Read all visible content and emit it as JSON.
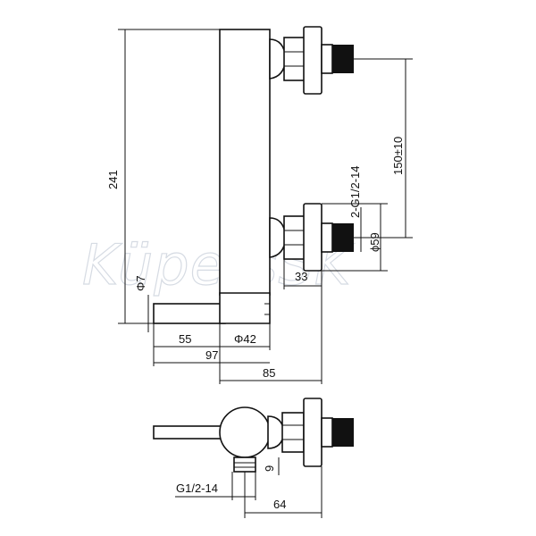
{
  "drawing": {
    "watermark": "KüpersSK",
    "dimensions": {
      "height_total": "241",
      "inlet_spacing": "150±10",
      "inlet_thread": "2-G1/2-14",
      "flange_diameter": "ϕ59",
      "flange_depth": "33",
      "lever_diameter": "Φ7",
      "lever_length": "55",
      "body_diameter": "Φ42",
      "overall_length": "97",
      "wall_projection": "85",
      "outlet_thread": "G1/2-14",
      "outlet_offset": "9",
      "bottom_depth": "64"
    }
  }
}
